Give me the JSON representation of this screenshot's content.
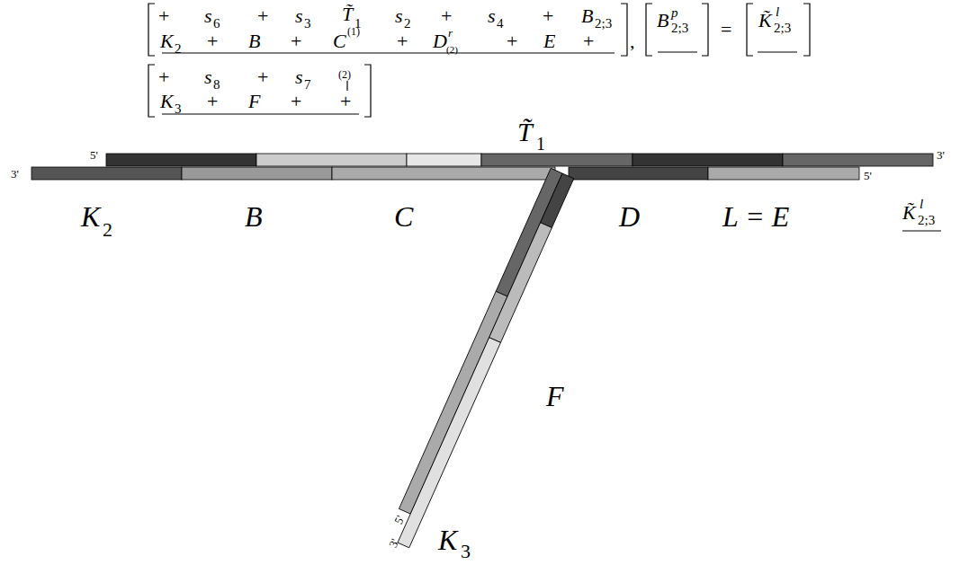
{
  "diagram": {
    "labels": [
      "+",
      "s",
      "6",
      "+",
      "s",
      "3",
      "T̃",
      "1",
      "s",
      "2",
      "+",
      "s",
      "4",
      "+",
      "B",
      "2;3",
      "K",
      "2",
      "+",
      "B",
      "+",
      "C",
      "(1)",
      "+",
      "D",
      "r",
      "(2)",
      "+",
      "E",
      "+",
      ",",
      "B",
      "p",
      "2;3",
      "=",
      "K̃",
      "l",
      "2;3",
      "+",
      "s",
      "8",
      "+",
      "s",
      "7",
      "(2)",
      "K",
      "3",
      "+",
      "F",
      "+",
      "+",
      "T̃",
      "1",
      "5'",
      "3'",
      "3'",
      "5'",
      "K",
      "2",
      "B",
      "C",
      "D",
      "L = E",
      "K̃",
      "l",
      "2;3",
      "F",
      "K",
      "3",
      "5'",
      "3'"
    ]
  }
}
